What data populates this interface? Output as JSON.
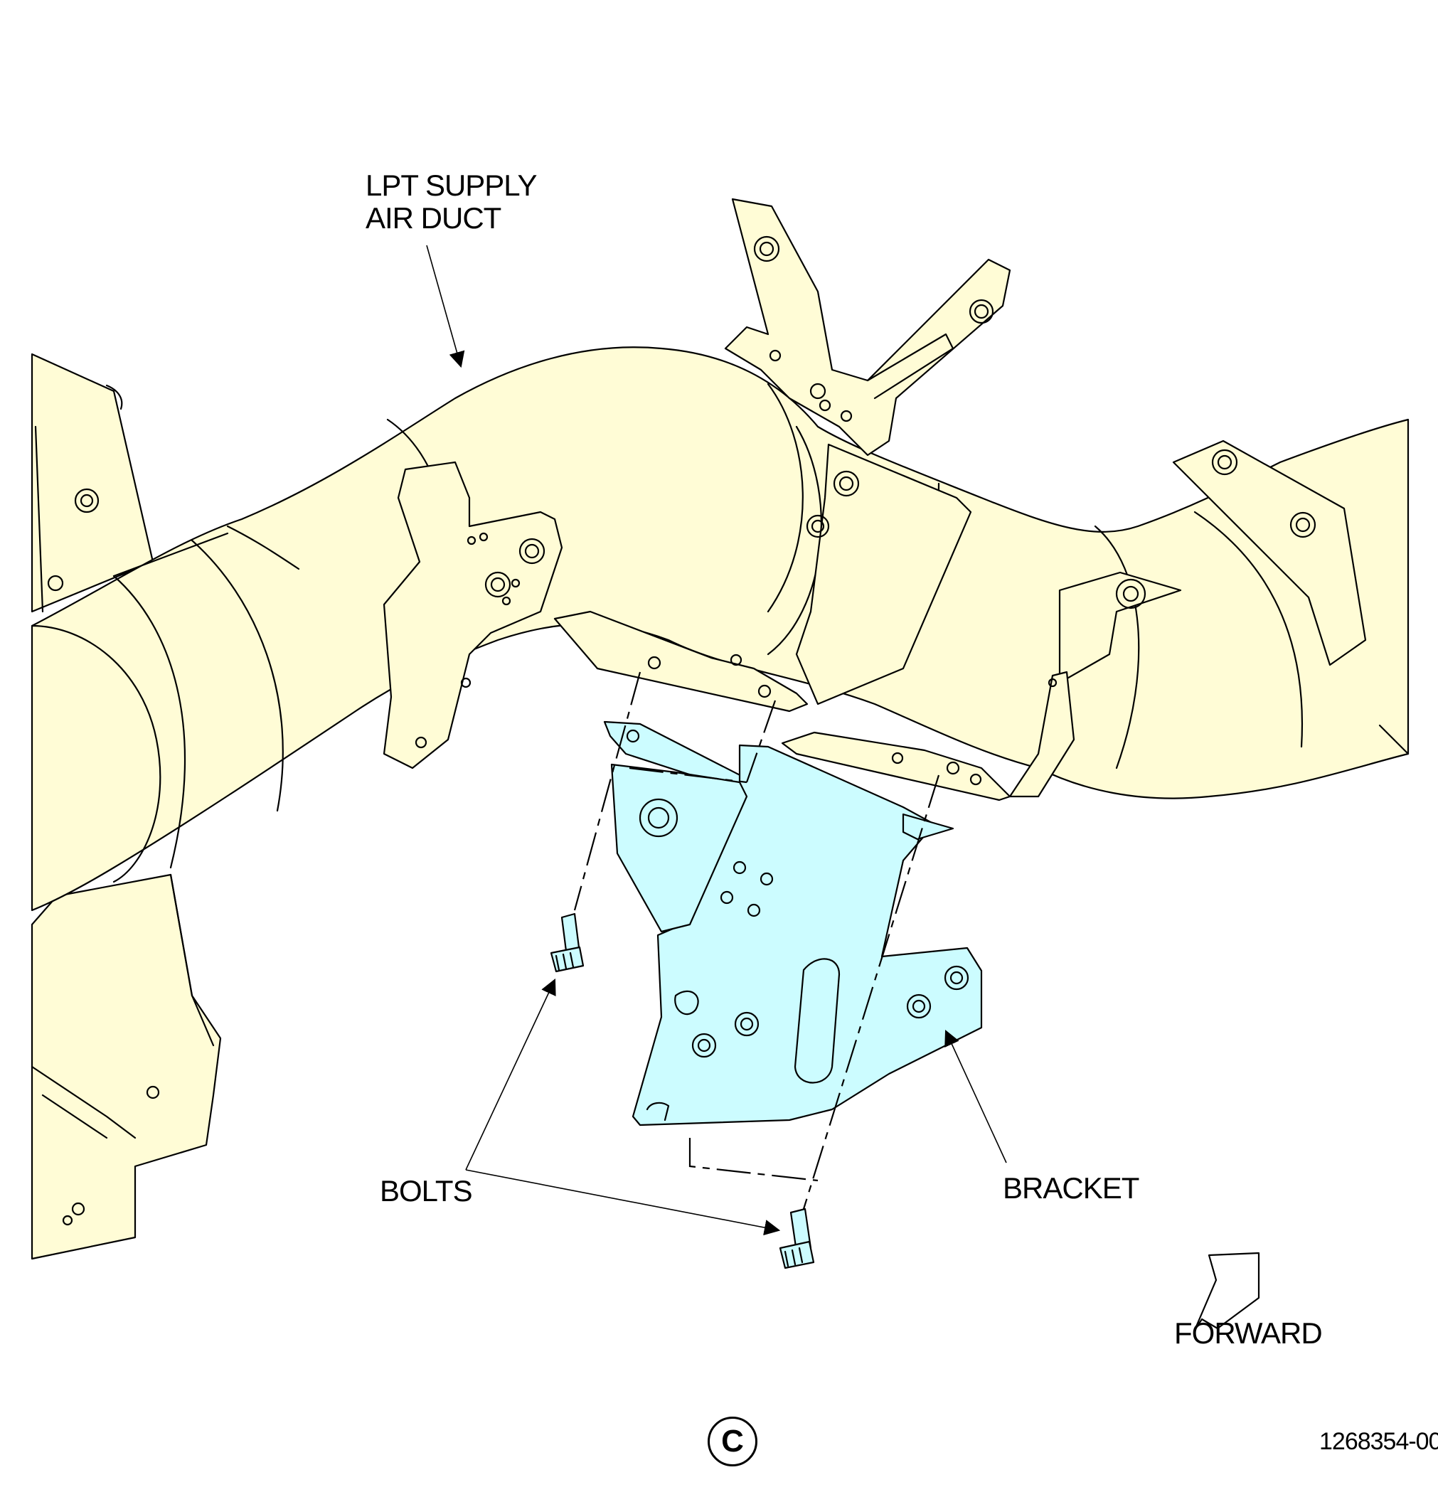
{
  "labels": {
    "duct": [
      "LPT SUPPLY",
      "AIR DUCT"
    ],
    "bolts": "BOLTS",
    "bracket": "BRACKET",
    "forward": "FORWARD",
    "view": "C",
    "figure_number": "1268354-00"
  },
  "colors": {
    "duct_fill": "#fffcd6",
    "bracket_fill": "#ccfcff",
    "line": "#000000"
  }
}
